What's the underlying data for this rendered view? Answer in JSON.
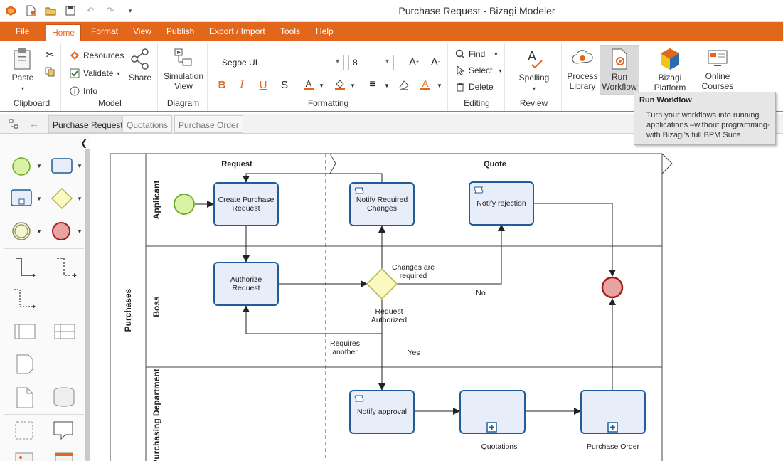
{
  "window": {
    "title": "Purchase Request - Bizagi Modeler"
  },
  "menu": {
    "file": "File",
    "home": "Home",
    "format": "Format",
    "view": "View",
    "publish": "Publish",
    "export_import": "Export / Import",
    "tools": "Tools",
    "help": "Help"
  },
  "ribbon": {
    "clipboard": {
      "paste": "Paste",
      "label": "Clipboard"
    },
    "model": {
      "resources": "Resources",
      "validate": "Validate",
      "info": "Info",
      "share": "Share",
      "label": "Model"
    },
    "diagram": {
      "simulation_line1": "Simulation",
      "simulation_line2": "View",
      "label": "Diagram"
    },
    "formatting": {
      "font": "Segoe UI",
      "size": "8",
      "label": "Formatting"
    },
    "editing": {
      "find": "Find",
      "select": "Select",
      "delete": "Delete",
      "label": "Editing"
    },
    "review": {
      "spelling": "Spelling",
      "label": "Review"
    },
    "process_library_line1": "Process",
    "process_library_line2": "Library",
    "run_workflow_line1": "Run",
    "run_workflow_line2": "Workflow",
    "bizagi_platform": "Bizagi Platform",
    "online_courses_line1": "Online",
    "online_courses_line2": "Courses"
  },
  "tooltip": {
    "title": "Run Workflow",
    "line1": "Turn your workflows into running",
    "line2": "applications –without programming-",
    "line3": "with Bizagi’s full BPM Suite."
  },
  "doc_tabs": [
    "Purchase Request",
    "Quotations",
    "Purchase Order"
  ],
  "diagram": {
    "pool": "Purchases",
    "lanes": [
      "Applicant",
      "Boss",
      "Purchasing Department"
    ],
    "phases": [
      "Request",
      "Quote"
    ],
    "tasks": {
      "create_l1": "Create Purchase",
      "create_l2": "Request",
      "notify_changes_l1": "Notify Required",
      "notify_changes_l2": "Changes",
      "notify_rejection": "Notify rejection",
      "authorize_l1": "Authorize",
      "authorize_l2": "Request",
      "notify_approval": "Notify approval",
      "quotations": "Quotations",
      "purchase_order": "Purchase Order"
    },
    "flow_labels": {
      "changes_l1": "Changes are",
      "changes_l2": "required",
      "no": "No",
      "authorized_l1": "Request",
      "authorized_l2": "Authorized",
      "requires_l1": "Requires",
      "requires_l2": "another",
      "yes": "Yes"
    }
  },
  "colors": {
    "accent": "#e2661b",
    "task_fill": "#e8eef9",
    "task_stroke": "#1f5c99",
    "start_fill": "#d9f2a4",
    "start_stroke": "#6fa82b",
    "end_fill": "#e8a3a3",
    "end_stroke": "#a31d1d",
    "gateway_fill": "#fafac0",
    "gateway_stroke": "#b3b346"
  }
}
